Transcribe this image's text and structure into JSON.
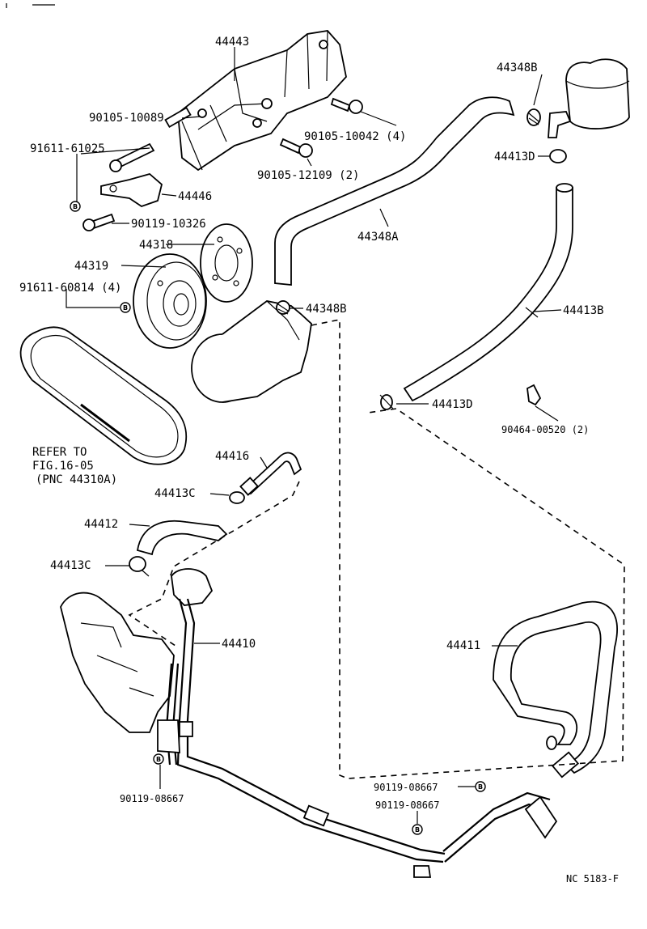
{
  "callouts": {
    "p44443": "44443",
    "p90105_10089": "90105-10089",
    "p91611_61025": "91611-61025",
    "p90105_10042": "90105-10042 (4)",
    "p90105_12109": "90105-12109 (2)",
    "p44446": "44446",
    "p90119_10326": "90119-10326",
    "p44348b_top": "44348B",
    "p44413d_top": "44413D",
    "p44348a": "44348A",
    "p44318": "44318",
    "p44319": "44319",
    "p91611_60814": "91611-60814 (4)",
    "p44348b_mid": "44348B",
    "p44413b": "44413B",
    "p44413d_mid": "44413D",
    "p90464_00520": "90464-00520 (2)",
    "refer_line1": "REFER TO",
    "refer_line2": "FIG.16-05",
    "refer_line3": "(PNC 44310A)",
    "p44416": "44416",
    "p44413c_a": "44413C",
    "p44412": "44412",
    "p44413c_b": "44413C",
    "p44410": "44410",
    "p44411": "44411",
    "p90119_08667_a": "90119-08667",
    "p90119_08667_b": "90119-08667",
    "p90119_08667_c": "90119-08667",
    "ref_code": "NC 5183-F"
  },
  "mark_letter": "B"
}
